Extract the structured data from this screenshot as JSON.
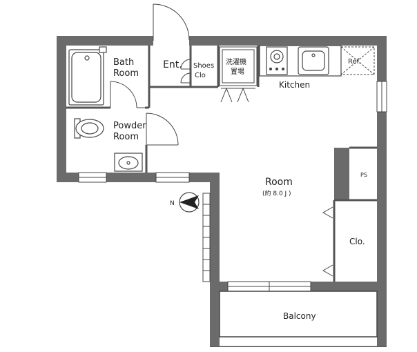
{
  "rooms": {
    "bath_line1": "Bath",
    "bath_line2": "Room",
    "entrance": "Ent.",
    "shoes_line1": "Shoes",
    "shoes_line2": "Clo",
    "washer_line1": "洗濯機",
    "washer_line2": "置場",
    "kitchen": "Kitchen",
    "fridge": "Ref.",
    "powder_line1": "Powder",
    "powder_line2": "Room",
    "main_room": "Room",
    "main_room_size": "(約 8.0 J )",
    "pipe_space": "PS",
    "closet": "Clo.",
    "balcony": "Balcony"
  },
  "compass": {
    "north_label": "N"
  },
  "colors": {
    "wall": "#6b6b6b",
    "line": "#444444",
    "fill_light": "#f2f2f2"
  }
}
